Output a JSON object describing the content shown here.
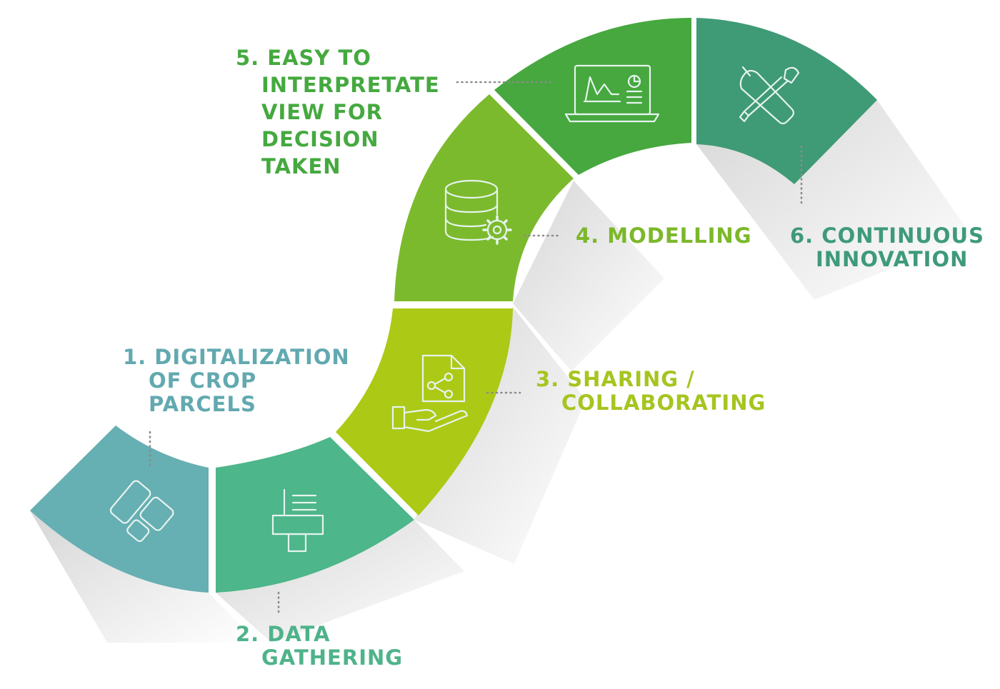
{
  "steps": [
    {
      "id": 1,
      "lines": [
        "1. DIGITALIZATION",
        "OF CROP",
        "PARCELS"
      ],
      "icon": "parcels-icon",
      "color": "#66afb3"
    },
    {
      "id": 2,
      "lines": [
        "2. DATA",
        "GATHERING"
      ],
      "icon": "sensor-device-icon",
      "color": "#4db68a"
    },
    {
      "id": 3,
      "lines": [
        "3. SHARING /",
        "COLLABORATING"
      ],
      "icon": "share-document-icon",
      "color": "#acc916"
    },
    {
      "id": 4,
      "lines": [
        "4. MODELLING"
      ],
      "icon": "database-gear-icon",
      "color": "#7cba2d"
    },
    {
      "id": 5,
      "lines": [
        "5. EASY TO",
        "INTERPRETATE",
        "VIEW FOR",
        "DECISION",
        "TAKEN"
      ],
      "icon": "laptop-chart-icon",
      "color": "#46a83e"
    },
    {
      "id": 6,
      "lines": [
        "6. CONTINUOUS",
        "INNOVATION"
      ],
      "icon": "wrench-screwdriver-icon",
      "color": "#3f9a76"
    }
  ]
}
